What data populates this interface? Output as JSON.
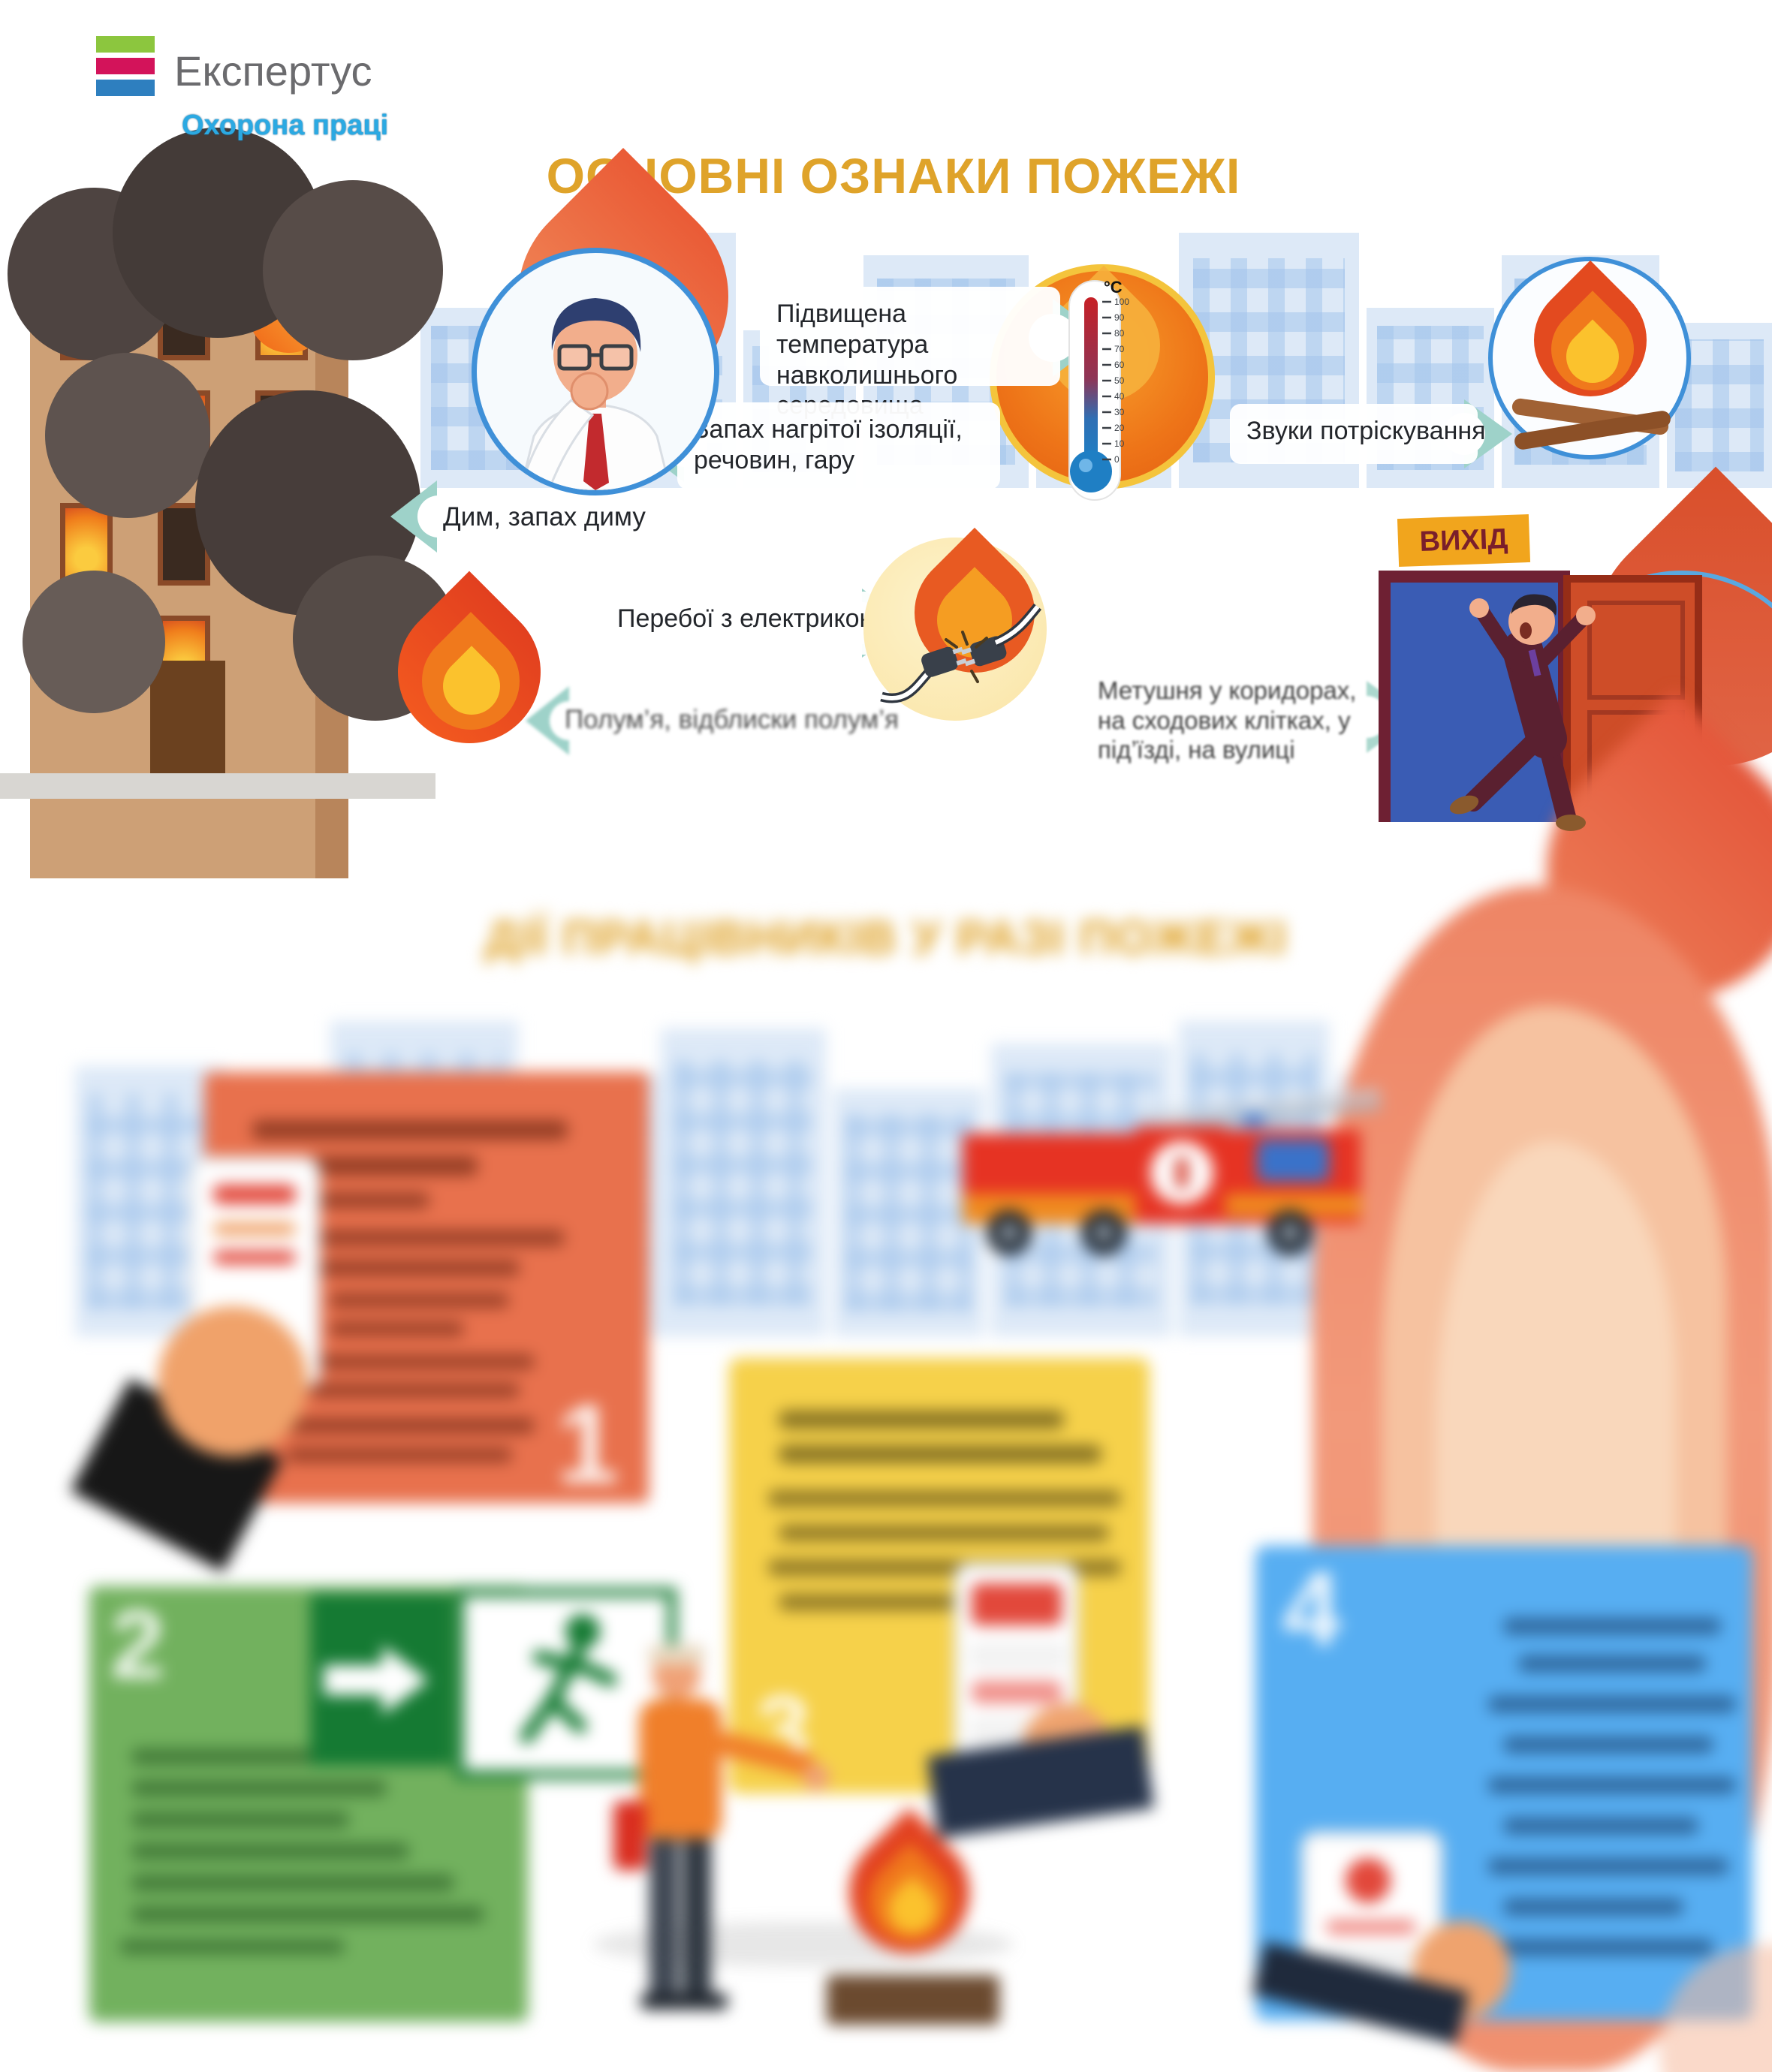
{
  "poster": {
    "logo": {
      "name": "Експертус",
      "tagline": "Охорона праці"
    },
    "signs": {
      "title": "ОСНОВНІ ОЗНАКИ ПОЖЕЖІ",
      "labels": {
        "temperature": "Підвищена температура навколишнього середовища",
        "smell": "Запах нагрітої ізоляції, речовин, гару",
        "crackle": "Звуки потріскування",
        "smoke": "Дим, запах диму",
        "electricity": "Перебої з електрикою",
        "flame": "Полум’я, відблиски полум’я",
        "commotion": "Метушня у коридорах, на сходових клітках, у під’їзді, на вулиці"
      },
      "exit_sign": "ВИХІД",
      "thermometer": {
        "unit": "°C",
        "ticks": [
          "100",
          "90",
          "80",
          "70",
          "60",
          "50",
          "40",
          "30",
          "20",
          "10",
          "0"
        ]
      }
    },
    "actions": {
      "title": "ДІЇ ПРАЦІВНИКІВ У РАЗІ ПОЖЕЖІ",
      "steps": [
        "1",
        "2",
        "3",
        "4"
      ]
    },
    "colors": {
      "accent_gold": "#DFA32A",
      "teal_arrow": "#9ED2C9",
      "card_orange": "#E8714D",
      "card_yellow": "#F6D14A",
      "card_green": "#72B15E",
      "card_blue": "#57AEF2",
      "exit_sign_bg": "#F1A51D",
      "exit_sign_text": "#7A1F2B",
      "logo_bars": [
        "#8CC63E",
        "#D3135A",
        "#2E7FBF"
      ]
    }
  }
}
